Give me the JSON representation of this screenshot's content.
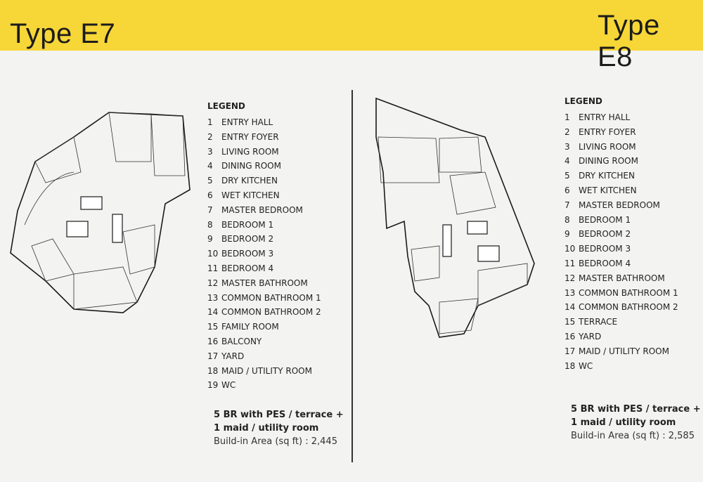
{
  "header": {
    "left_title": "Type E7",
    "right_title": "Type E8",
    "band_color": "#f7d637"
  },
  "e7": {
    "legend_title": "LEGEND",
    "legend": [
      {
        "n": "1",
        "label": "ENTRY HALL"
      },
      {
        "n": "2",
        "label": "ENTRY FOYER"
      },
      {
        "n": "3",
        "label": "LIVING ROOM"
      },
      {
        "n": "4",
        "label": "DINING ROOM"
      },
      {
        "n": "5",
        "label": "DRY KITCHEN"
      },
      {
        "n": "6",
        "label": "WET KITCHEN"
      },
      {
        "n": "7",
        "label": "MASTER BEDROOM"
      },
      {
        "n": "8",
        "label": "BEDROOM 1"
      },
      {
        "n": "9",
        "label": "BEDROOM 2"
      },
      {
        "n": "10",
        "label": "BEDROOM 3"
      },
      {
        "n": "11",
        "label": "BEDROOM 4"
      },
      {
        "n": "12",
        "label": "MASTER BATHROOM"
      },
      {
        "n": "13",
        "label": "COMMON BATHROOM 1"
      },
      {
        "n": "14",
        "label": "COMMON BATHROOM 2"
      },
      {
        "n": "15",
        "label": "FAMILY ROOM"
      },
      {
        "n": "16",
        "label": "BALCONY"
      },
      {
        "n": "17",
        "label": "YARD"
      },
      {
        "n": "18",
        "label": "MAID / UTILITY ROOM"
      },
      {
        "n": "19",
        "label": "WC"
      }
    ],
    "summary_line1": "5 BR with PES / terrace +",
    "summary_line2": "1 maid / utility room",
    "area": "Build-in Area (sq ft) : 2,445"
  },
  "e8": {
    "legend_title": "LEGEND",
    "legend": [
      {
        "n": "1",
        "label": "ENTRY HALL"
      },
      {
        "n": "2",
        "label": "ENTRY FOYER"
      },
      {
        "n": "3",
        "label": "LIVING ROOM"
      },
      {
        "n": "4",
        "label": "DINING ROOM"
      },
      {
        "n": "5",
        "label": "DRY KITCHEN"
      },
      {
        "n": "6",
        "label": "WET KITCHEN"
      },
      {
        "n": "7",
        "label": "MASTER BEDROOM"
      },
      {
        "n": "8",
        "label": "BEDROOM 1"
      },
      {
        "n": "9",
        "label": "BEDROOM 2"
      },
      {
        "n": "10",
        "label": "BEDROOM 3"
      },
      {
        "n": "11",
        "label": "BEDROOM 4"
      },
      {
        "n": "12",
        "label": "MASTER BATHROOM"
      },
      {
        "n": "13",
        "label": "COMMON BATHROOM 1"
      },
      {
        "n": "14",
        "label": "COMMON BATHROOM 2"
      },
      {
        "n": "15",
        "label": "TERRACE"
      },
      {
        "n": "16",
        "label": "YARD"
      },
      {
        "n": "17",
        "label": "MAID / UTILITY ROOM"
      },
      {
        "n": "18",
        "label": "WC"
      }
    ],
    "summary_line1": "5 BR with PES / terrace +",
    "summary_line2": "1 maid / utility room",
    "area": "Build-in Area (sq ft) : 2,585"
  }
}
